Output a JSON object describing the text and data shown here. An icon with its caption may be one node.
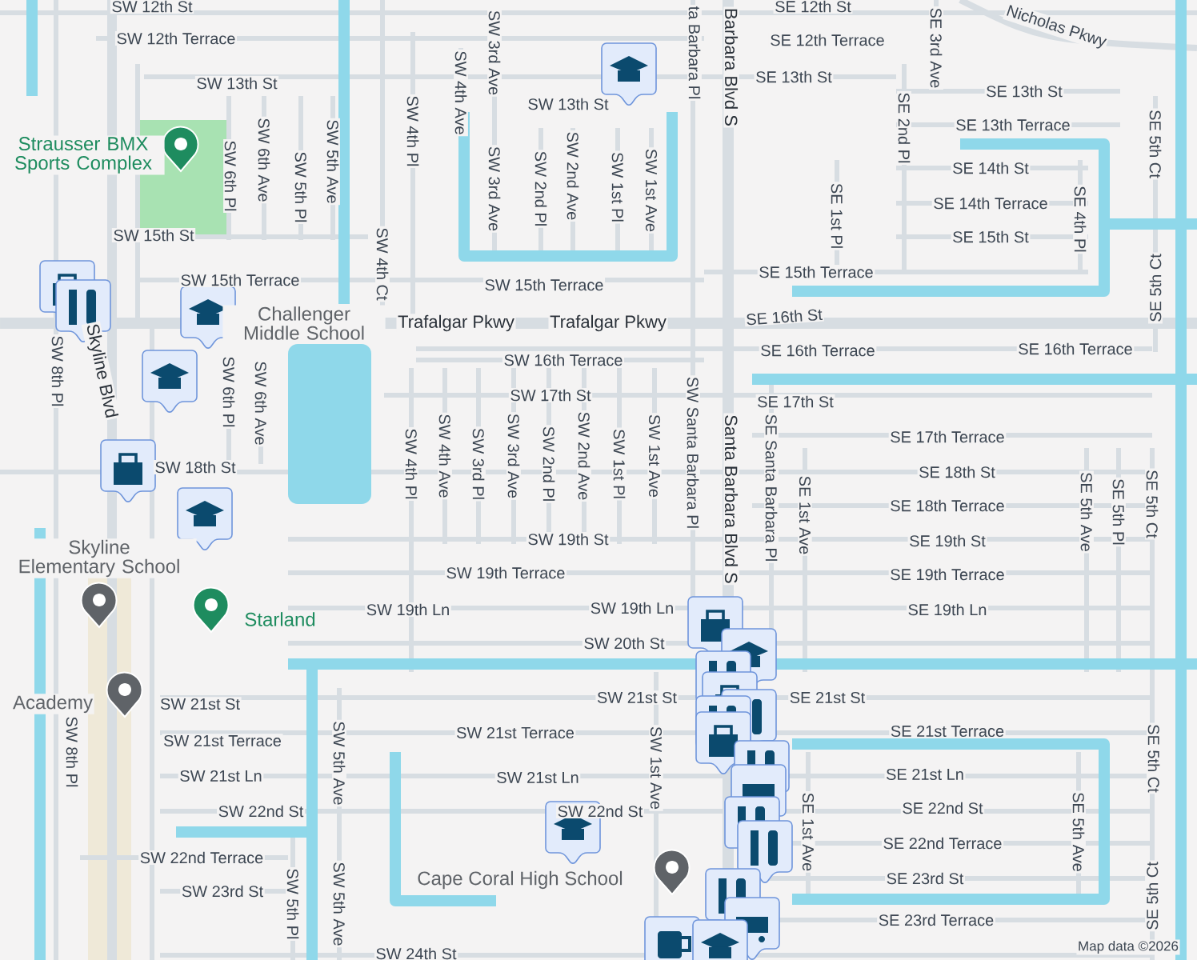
{
  "diagram": {
    "labels": [
      "SW 12th St",
      "SE 12th St",
      "SW 12th Terrace",
      "SW 13th St",
      "Strausser BMX Sports Complex",
      "SW 6th Pl",
      "SW 6th Ave",
      "SW 5th Pl",
      "SW 5th Ave",
      "SW 15th St",
      "SW 15th Terrace",
      "SW 4th Pl",
      "SW 4th Ct",
      "SW 4th Ave",
      "SW 3rd Ave",
      "SW 3rd Ave",
      "SW 13th St",
      "SW 2nd Pl",
      "SW 2nd Ave",
      "SW 1st Pl",
      "SW 1st Ave",
      "ta Barbara Pl",
      "Barbara Blvd S",
      "SE 12th Terrace",
      "SE 13th St",
      "SE 3rd Ave",
      "Nicholas Pkwy",
      "SE 13th St",
      "SE 2nd Pl",
      "SE 13th Terrace",
      "SE 5th Ct",
      "SE 14th St",
      "SE 14th Terrace",
      "SE 1st Pl",
      "SE 4th Pl",
      "SE 15th St",
      "SW 15th Terrace",
      "SE 15th Terrace",
      "SE 5th Ct",
      "Trafalgar Pkwy",
      "Trafalgar Pkwy",
      "SE 16th St",
      "Challenger Middle School",
      "SW 16th Terrace",
      "SE 16th Terrace",
      "SE 16th Terrace",
      "SW 17th St",
      "SW Santa Barbara Pl",
      "Santa Barbara Blvd S",
      "SE 17th St",
      "SE 17th Terrace",
      "SE Santa Barbara Pl",
      "SW 8th Pl",
      "Skyline Blvd",
      "SW 6th Pl",
      "SW 6th Ave",
      "SW 4th Pl",
      "SW 4th Ave",
      "SW 3rd Pl",
      "SW 3rd Ave",
      "SW 2nd Pl",
      "SW 2nd Ave",
      "SW 1st Pl",
      "SW 1st Ave",
      "SW 18th St",
      "SE 18th St",
      "SE 18th Terrace",
      "SE 1st Ave",
      "SE 5th Ave",
      "SE 5th Pl",
      "SE 5th Ct",
      "Skyline Elementary School",
      "SW 19th St",
      "SE 19th St",
      "SW 19th Terrace",
      "SE 19th Terrace",
      "Starland",
      "SW 19th Ln",
      "SW 19th Ln",
      "SE 19th Ln",
      "SW 20th St",
      "Academy",
      "SW 21st St",
      "SW 21st St",
      "SE 21st St",
      "SW 21st Terrace",
      "SW 21st Terrace",
      "SE 21st Terrace",
      "SW 8th Pl",
      "SW 5th Ave",
      "SW 1st Ave",
      "SW 21st Ln",
      "SW 21st Ln",
      "SE 21st Ln",
      "SE 1st Ave",
      "SE 5th Ave",
      "SE 5th Ct",
      "SW 22nd St",
      "SW 22nd St",
      "SE 22nd St",
      "SW 22nd Terrace",
      "SE 22nd Terrace",
      "SW 23rd St",
      "SW 5th Pl",
      "SW 5th Ave",
      "Cape Coral High School",
      "SE 23rd St",
      "SE 5th Ct",
      "SE 23rd Terrace",
      "SW 24th St",
      "Map data ©2026"
    ]
  }
}
